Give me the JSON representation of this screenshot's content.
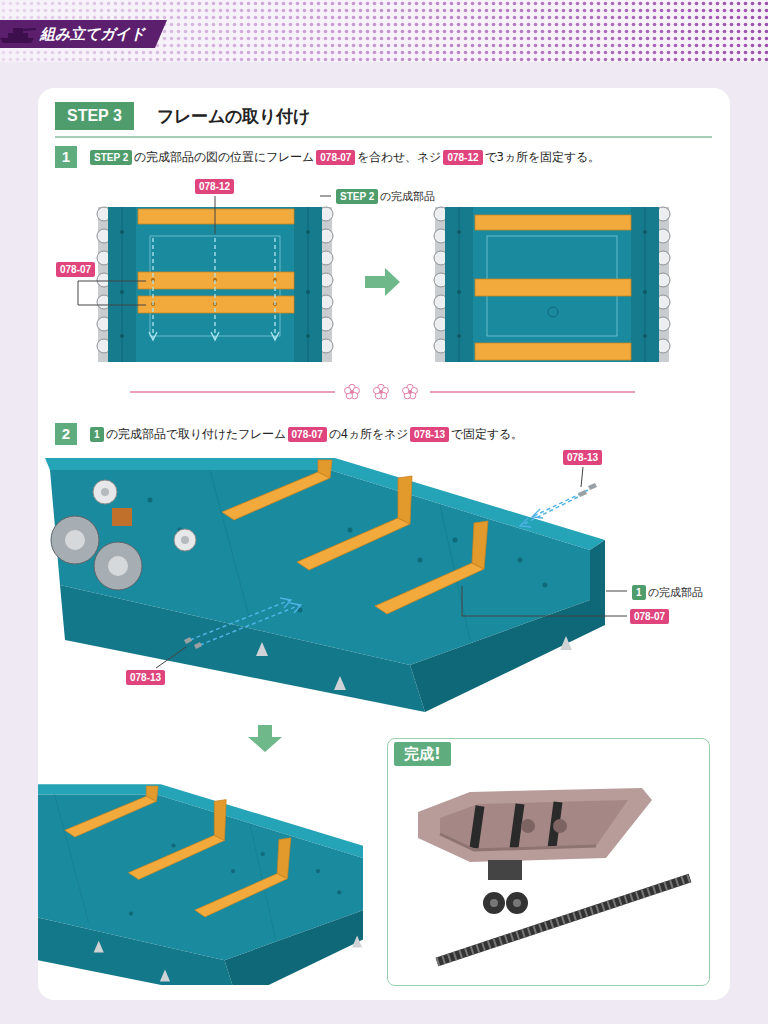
{
  "diagram": {
    "title": "フレームの取り付け",
    "nodes": [
      {
        "text": [
          "組み立てガイド"
        ]
      },
      {
        "text": [
          "STEP 3"
        ]
      },
      {
        "text": [
          "1"
        ]
      },
      {
        "text": [
          "STEP 2"
        ]
      },
      {
        "text": [
          "078-07"
        ]
      },
      {
        "text": [
          "078-12"
        ]
      },
      {
        "text": [
          "078-12"
        ]
      },
      {
        "text": [
          "STEP 2"
        ]
      },
      {
        "text": [
          "078-07"
        ]
      },
      {
        "text": [
          "2"
        ]
      },
      {
        "text": [
          "1"
        ]
      },
      {
        "text": [
          "078-07"
        ]
      },
      {
        "text": [
          "078-13"
        ]
      },
      {
        "text": [
          "078-13"
        ]
      },
      {
        "text": [
          "1"
        ]
      },
      {
        "text": [
          "078-07"
        ]
      },
      {
        "text": [
          "078-13"
        ]
      },
      {
        "text": [
          "完成!"
        ]
      }
    ],
    "labels": [
      "の完成部品の図の位置にフレーム",
      "を合わせ、ネジ",
      "で3ヵ所を固定する。",
      "の完成部品",
      "の完成部品で取り付けたフレーム",
      "の4ヵ所をネジ",
      "で固定する。",
      "の完成部品"
    ]
  }
}
